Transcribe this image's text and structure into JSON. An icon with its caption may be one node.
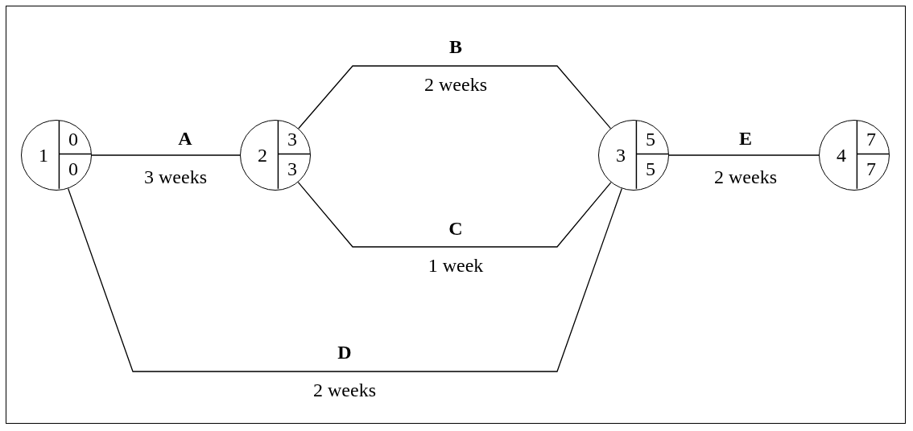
{
  "diagram": {
    "nodes": [
      {
        "text": [
          "1",
          "0",
          "0"
        ]
      },
      {
        "text": [
          "2",
          "3",
          "3"
        ]
      },
      {
        "text": [
          "3",
          "5",
          "5"
        ]
      },
      {
        "text": [
          "4",
          "7",
          "7"
        ]
      }
    ],
    "edges": [
      {
        "from": 0,
        "to": 1,
        "arrow": "none",
        "label": "A"
      },
      {
        "from": 1,
        "to": 2,
        "arrow": "none",
        "label": "B"
      },
      {
        "from": 1,
        "to": 2,
        "arrow": "none",
        "label": "C"
      },
      {
        "from": 0,
        "to": 2,
        "arrow": "none",
        "label": "D"
      },
      {
        "from": 2,
        "to": 3,
        "arrow": "none",
        "label": "E"
      }
    ],
    "labels": [
      "3 weeks",
      "2 weeks",
      "1 week",
      "2 weeks",
      "2 weeks"
    ]
  }
}
